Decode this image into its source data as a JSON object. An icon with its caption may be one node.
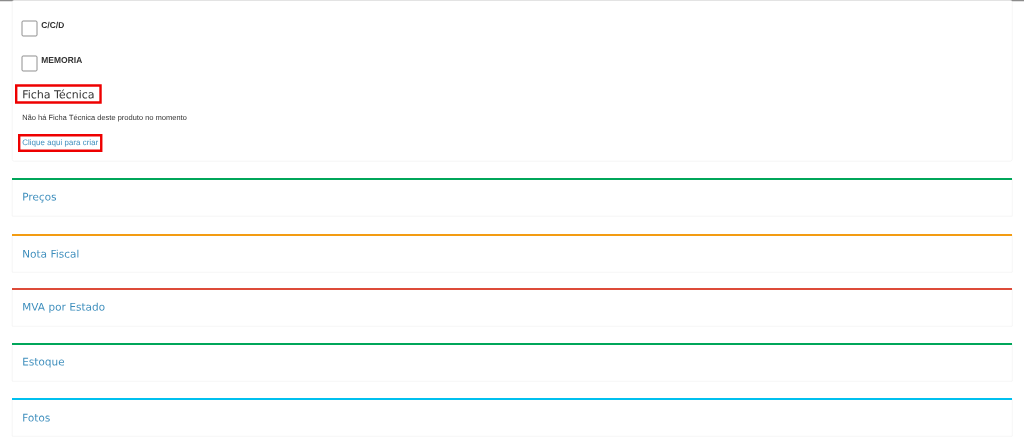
{
  "diagram": {
    "nodes": [
      {
        "text": [],
        "shape": "box"
      },
      {
        "text": [
          "C/C/D"
        ],
        "in": 0
      },
      {
        "text": [
          "MEMORIA"
        ],
        "in": 0
      },
      {
        "text": [
          "Ficha Técnica"
        ],
        "in": 0
      },
      {
        "text": [
          "Clique aqui para criar"
        ],
        "in": 0
      },
      {
        "text": [
          "Preços"
        ]
      },
      {
        "text": [
          "Nota Fiscal"
        ]
      },
      {
        "text": [
          "MVA por Estado"
        ]
      },
      {
        "text": [
          "Estoque"
        ]
      },
      {
        "text": [
          "Fotos"
        ]
      }
    ],
    "labels": [
      "Não há Ficha Técnica deste produto no momento"
    ]
  }
}
